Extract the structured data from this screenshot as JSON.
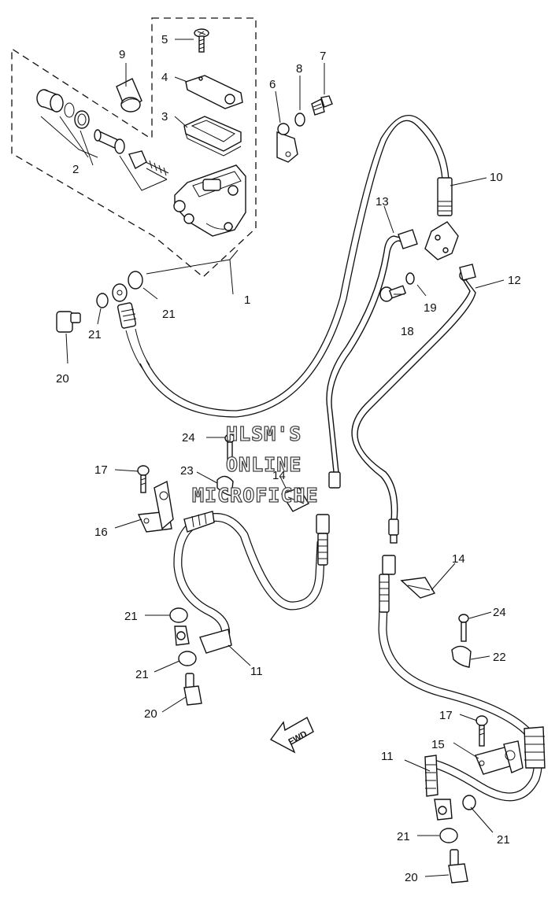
{
  "watermark": {
    "line1": "HLSM'S",
    "line2": "ONLINE",
    "line3": "MICROFICHE"
  },
  "direction_label": "FWD",
  "callouts": {
    "c1": "1",
    "c2": "2",
    "c3": "3",
    "c4": "4",
    "c5": "5",
    "c6": "6",
    "c7": "7",
    "c8": "8",
    "c9": "9",
    "c10": "10",
    "c11a": "11",
    "c11b": "11",
    "c12": "12",
    "c13": "13",
    "c14a": "14",
    "c14b": "14",
    "c15": "15",
    "c16": "16",
    "c17a": "17",
    "c17b": "17",
    "c18": "18",
    "c19": "19",
    "c20a": "20",
    "c20b": "20",
    "c20c": "20",
    "c21a": "21",
    "c21b": "21",
    "c21c": "21",
    "c21d": "21",
    "c21e": "21",
    "c21f": "21",
    "c22": "22",
    "c23": "23",
    "c24a": "24",
    "c24b": "24"
  },
  "icons": [
    "fwd-arrow-icon"
  ]
}
